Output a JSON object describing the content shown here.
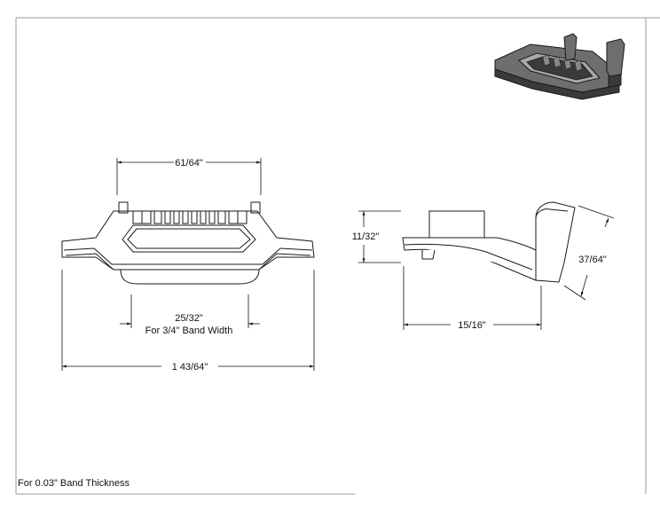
{
  "dimensions": {
    "front_top_width": "61/64\"",
    "band_width_value": "25/32\"",
    "band_width_note": "For 3/4\" Band Width",
    "overall_length": "1 43/64\"",
    "side_height": "11/32\"",
    "side_length": "15/16\"",
    "side_tab_height": "37/64\""
  },
  "footer": {
    "note": "For 0.03\" Band Thickness"
  },
  "colors": {
    "line": "#1a1a1a",
    "frame": "#888888",
    "iso_dark": "#3a3a3a",
    "iso_mid": "#6e6e6e",
    "iso_light": "#a8a8a8"
  }
}
